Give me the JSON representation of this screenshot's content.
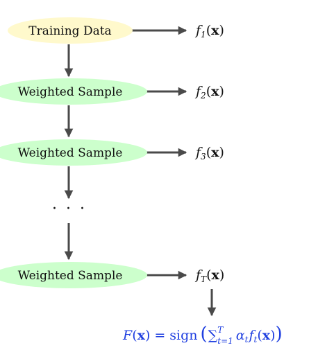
{
  "nodes": [
    {
      "label": "Training Data",
      "fill": "#fff9cc"
    },
    {
      "label": "Weighted Sample",
      "fill": "#ccffcc"
    },
    {
      "label": "Weighted Sample",
      "fill": "#ccffcc"
    },
    {
      "label": "Weighted Sample",
      "fill": "#ccffcc"
    }
  ],
  "ellipsis": "· · ·",
  "outputs": [
    {
      "name": "f",
      "sub": "1",
      "arg": "x"
    },
    {
      "name": "f",
      "sub": "2",
      "arg": "x"
    },
    {
      "name": "f",
      "sub": "3",
      "arg": "x"
    },
    {
      "name": "f",
      "sub": "T",
      "arg": "x"
    }
  ],
  "final": {
    "lhs_name": "F",
    "arg": "x",
    "equals": "=",
    "func": "sign",
    "open": "(",
    "close": ")",
    "sum": "∑",
    "sum_upper": "T",
    "sum_lower": "t=1",
    "alpha": "α",
    "alpha_sub": "t",
    "f_name": "f",
    "f_sub": "t"
  },
  "colors": {
    "arrow": "#4a4a4a",
    "final_text": "#1f3fe0"
  }
}
